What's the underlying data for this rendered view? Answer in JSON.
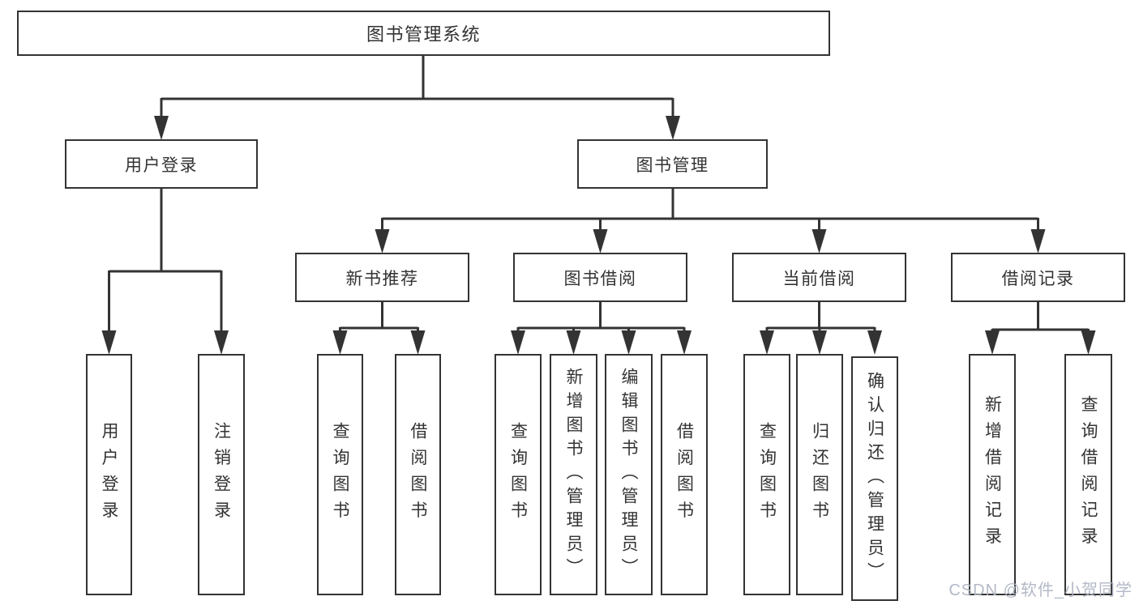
{
  "diagram": {
    "root": {
      "label": "图书管理系统"
    },
    "user_login": {
      "label": "用户登录",
      "children": [
        {
          "label": "用户登录"
        },
        {
          "label": "注销登录"
        }
      ]
    },
    "book_management": {
      "label": "图书管理",
      "sections": [
        {
          "label": "新书推荐",
          "children": [
            {
              "label": "查询图书"
            },
            {
              "label": "借阅图书"
            }
          ]
        },
        {
          "label": "图书借阅",
          "children": [
            {
              "label": "查询图书"
            },
            {
              "label": "新增图书（管理员）"
            },
            {
              "label": "编辑图书（管理员）"
            },
            {
              "label": "借阅图书"
            }
          ]
        },
        {
          "label": "当前借阅",
          "children": [
            {
              "label": "查询图书"
            },
            {
              "label": "归还图书"
            },
            {
              "label": "确认归还（管理员）"
            }
          ]
        },
        {
          "label": "借阅记录",
          "children": [
            {
              "label": "新增借阅记录"
            },
            {
              "label": "查询借阅记录"
            }
          ]
        }
      ]
    }
  },
  "watermark": "CSDN @软件_小贺同学",
  "colors": {
    "line": "#333333",
    "text": "#333333",
    "background": "#ffffff",
    "watermark": "#b0b5c4"
  }
}
